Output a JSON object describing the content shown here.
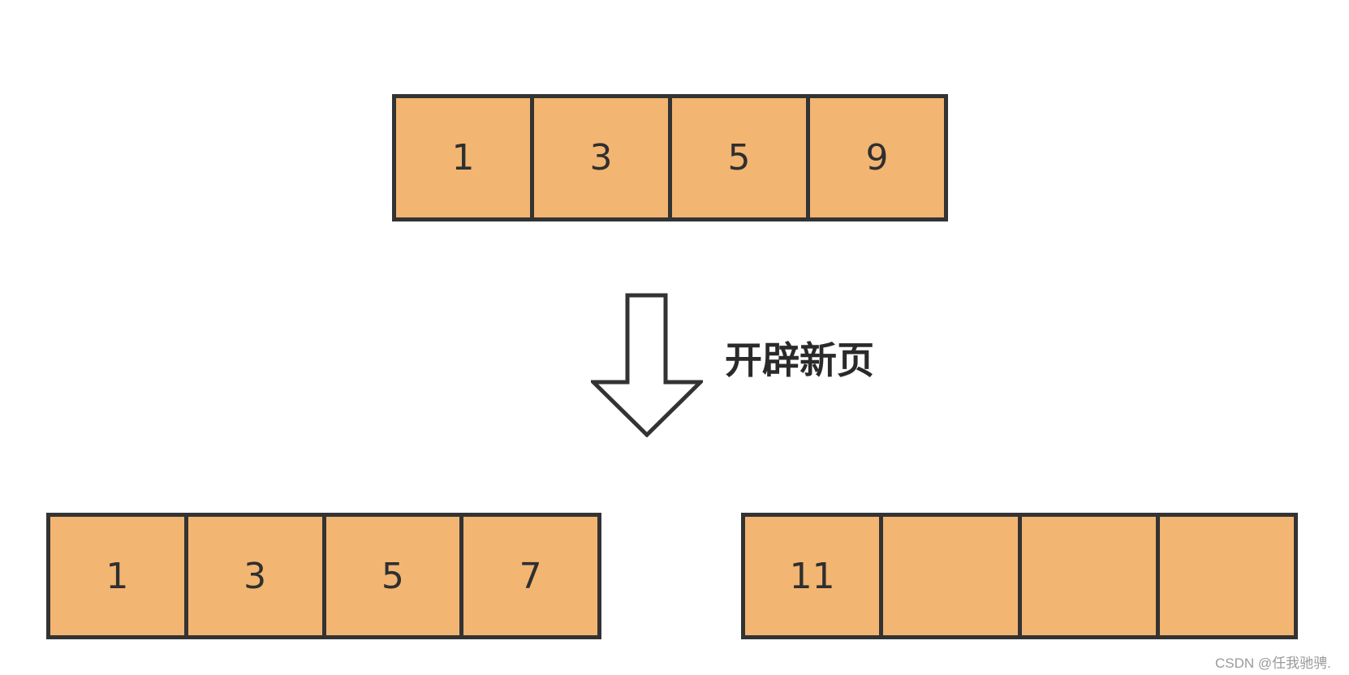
{
  "diagram": {
    "before_page": {
      "cells": [
        "1",
        "3",
        "5",
        "9"
      ]
    },
    "transition": {
      "icon": "down-arrow-icon",
      "label": "开辟新页"
    },
    "after_pages": [
      {
        "cells": [
          "1",
          "3",
          "5",
          "7"
        ]
      },
      {
        "cells": [
          "11",
          "",
          "",
          ""
        ]
      }
    ],
    "colors": {
      "cell_fill": "#f2b572",
      "cell_border": "#333333",
      "text": "#2f2f2f"
    }
  },
  "watermark": "CSDN @任我驰骋."
}
